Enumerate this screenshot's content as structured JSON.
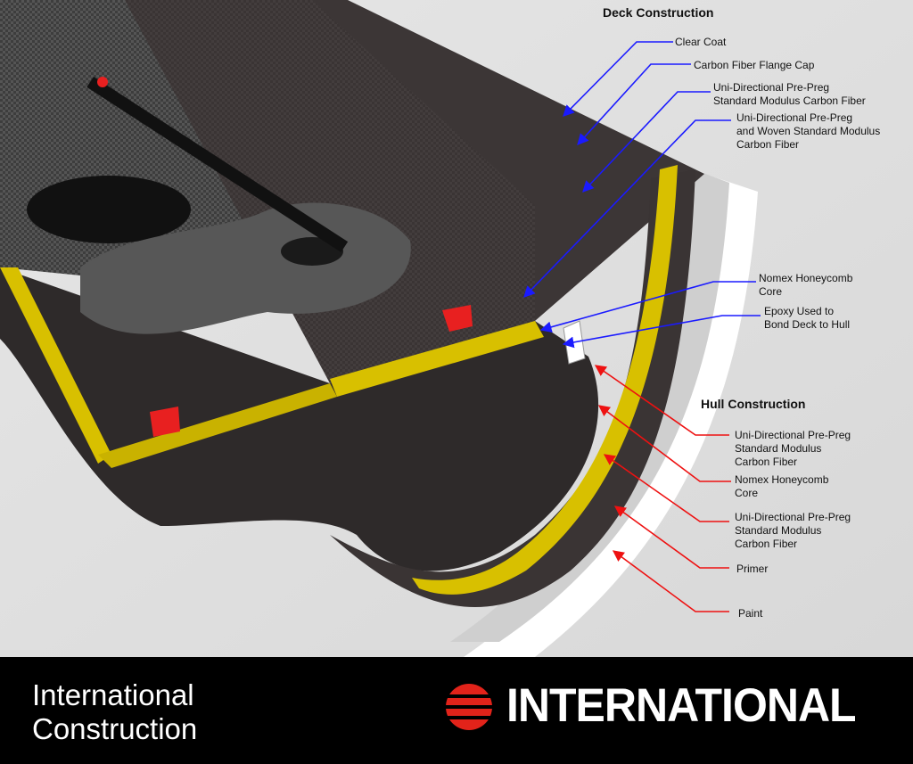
{
  "deck": {
    "heading": "Deck Construction",
    "labels": [
      "Clear Coat",
      "Carbon Fiber Flange Cap",
      "Uni-Directional Pre-Preg\nStandard Modulus Carbon Fiber",
      "Uni-Directional Pre-Preg\nand Woven Standard Modulus\nCarbon Fiber",
      "Nomex Honeycomb\nCore",
      "Epoxy Used to\nBond Deck to Hull"
    ]
  },
  "hull": {
    "heading": "Hull Construction",
    "labels": [
      "Uni-Directional Pre-Preg\nStandard Modulus\nCarbon Fiber",
      "Nomex Honeycomb\nCore",
      "Uni-Directional Pre-Preg\nStandard Modulus\nCarbon Fiber",
      "Primer",
      "Paint"
    ]
  },
  "footer": {
    "title": "International\nConstruction",
    "brand": "INTERNATIONAL"
  },
  "colors": {
    "deck_arrow": "#1a1aff",
    "hull_arrow": "#ee1111",
    "honeycomb": "#d8c000",
    "carbon": "#3a3434",
    "brand_red": "#e2231a",
    "footer_bg": "#000000"
  }
}
